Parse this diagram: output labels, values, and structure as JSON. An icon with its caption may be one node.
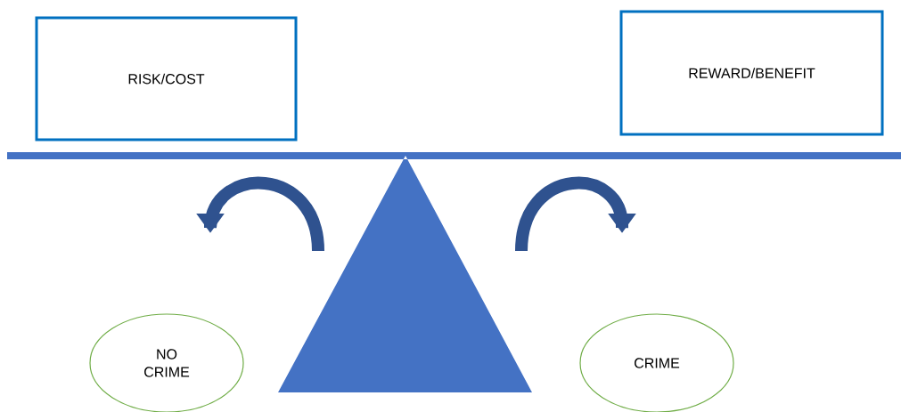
{
  "diagram": {
    "nodes": [
      {
        "text": [
          "RISK/COST"
        ]
      },
      {
        "text": [
          "REWARD/BENEFIT"
        ]
      },
      {
        "text": [
          "NO CRIME"
        ]
      },
      {
        "text": [
          "CRIME"
        ]
      }
    ]
  }
}
